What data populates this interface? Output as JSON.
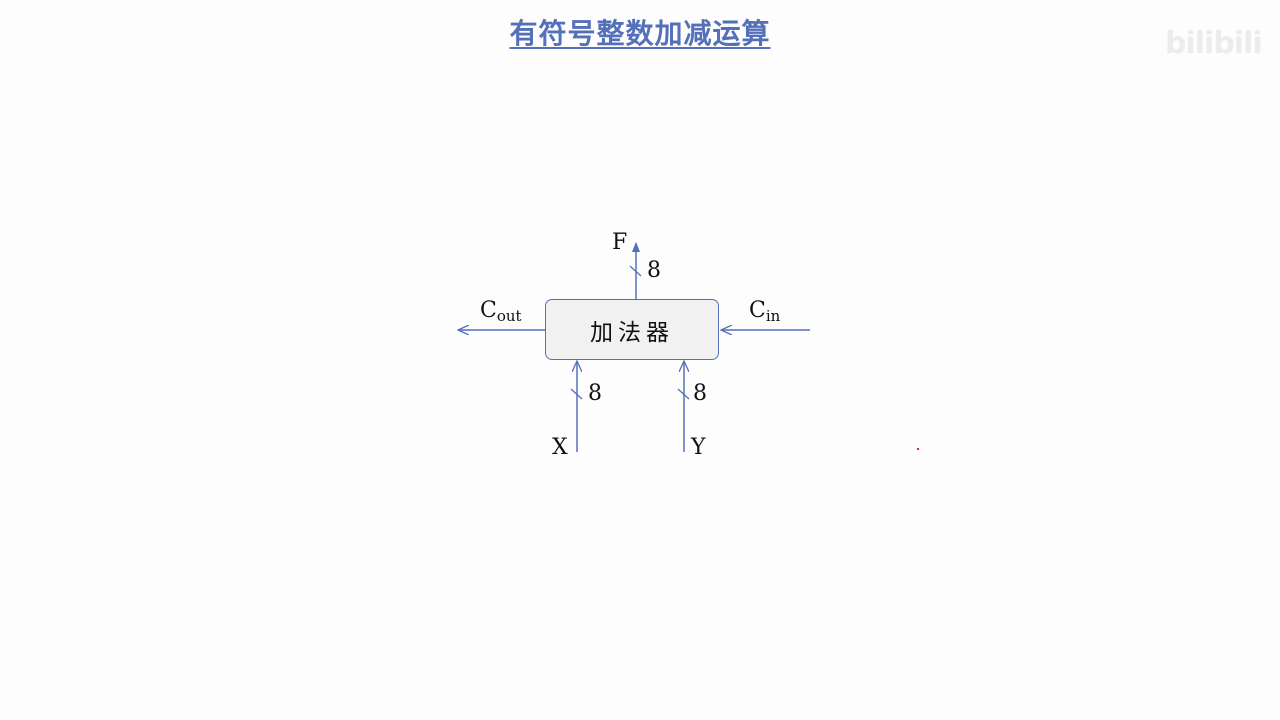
{
  "title": "有符号整数加减运算",
  "watermark": "bilibili",
  "adder": {
    "label": "加法器"
  },
  "signals": {
    "F": "F",
    "X": "X",
    "Y": "Y",
    "cout_main": "C",
    "cout_sub": "out",
    "cin_main": "C",
    "cin_sub": "in"
  },
  "bus_widths": {
    "F": "8",
    "X": "8",
    "Y": "8"
  },
  "colors": {
    "accent": "#5470b8",
    "box_fill": "#f1f1f1",
    "text": "#111111"
  }
}
